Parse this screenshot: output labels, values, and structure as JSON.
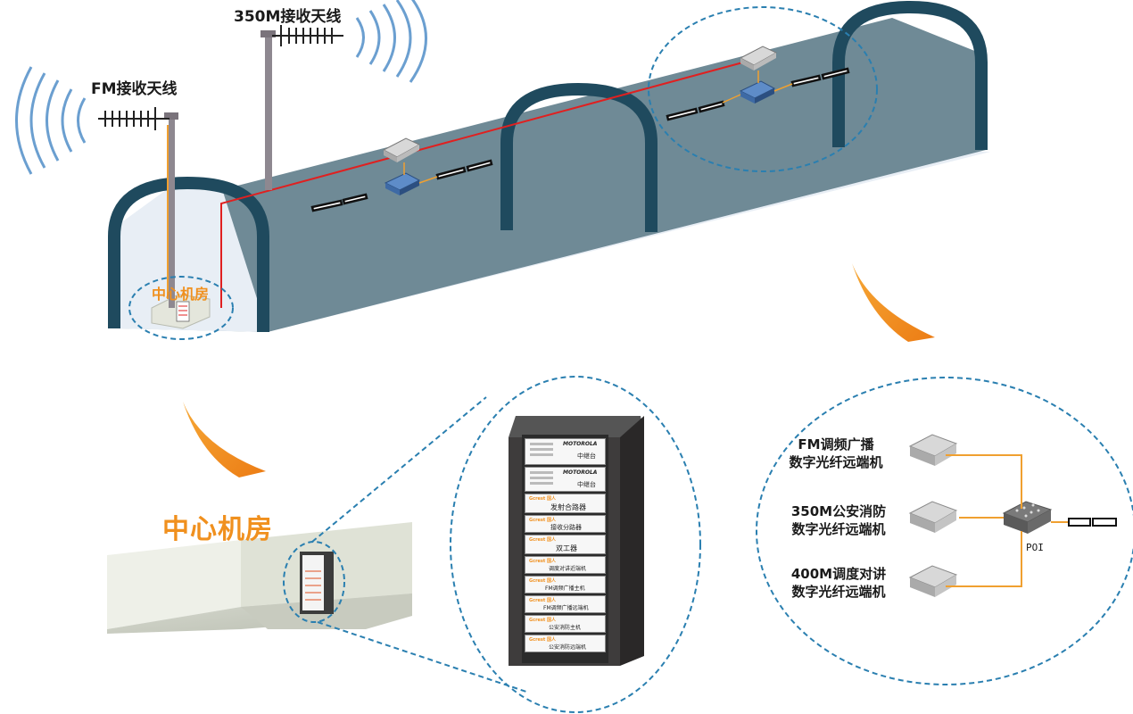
{
  "labels": {
    "fm_antenna": "FM接收天线",
    "antenna_350m": "350M接收天线",
    "control_room_small": "中心机房",
    "control_room_big": "中心机房",
    "poi": "POI"
  },
  "remote_units": [
    {
      "line1": "FM调频广播",
      "line2": "数字光纤远端机"
    },
    {
      "line1": "350M公安消防",
      "line2": "数字光纤远端机"
    },
    {
      "line1": "400M调度对讲",
      "line2": "数字光纤远端机"
    }
  ],
  "rack": {
    "brand": "MOTOROLA",
    "vendor": "Gcrest 国人",
    "units": [
      {
        "name": "中继台"
      },
      {
        "name": "中继台"
      },
      {
        "name": "发射合路器"
      },
      {
        "name": "接收分路器"
      },
      {
        "name": "双工器"
      },
      {
        "name": "调度对讲近端机"
      },
      {
        "name": "FM调频广播主机"
      },
      {
        "name": "FM调频广播远端机"
      },
      {
        "name": "公安消防主机"
      },
      {
        "name": "公安消防远端机"
      }
    ]
  },
  "colors": {
    "tunnel_arch": "#1f4a5e",
    "tunnel_wall": "#6f8a96",
    "tunnel_floor": "#e8eef5",
    "leaky_cable": "#e02020",
    "fiber": "#f0a030",
    "arrow": "#f0901e",
    "dashed_circle": "#2a7fb0"
  }
}
